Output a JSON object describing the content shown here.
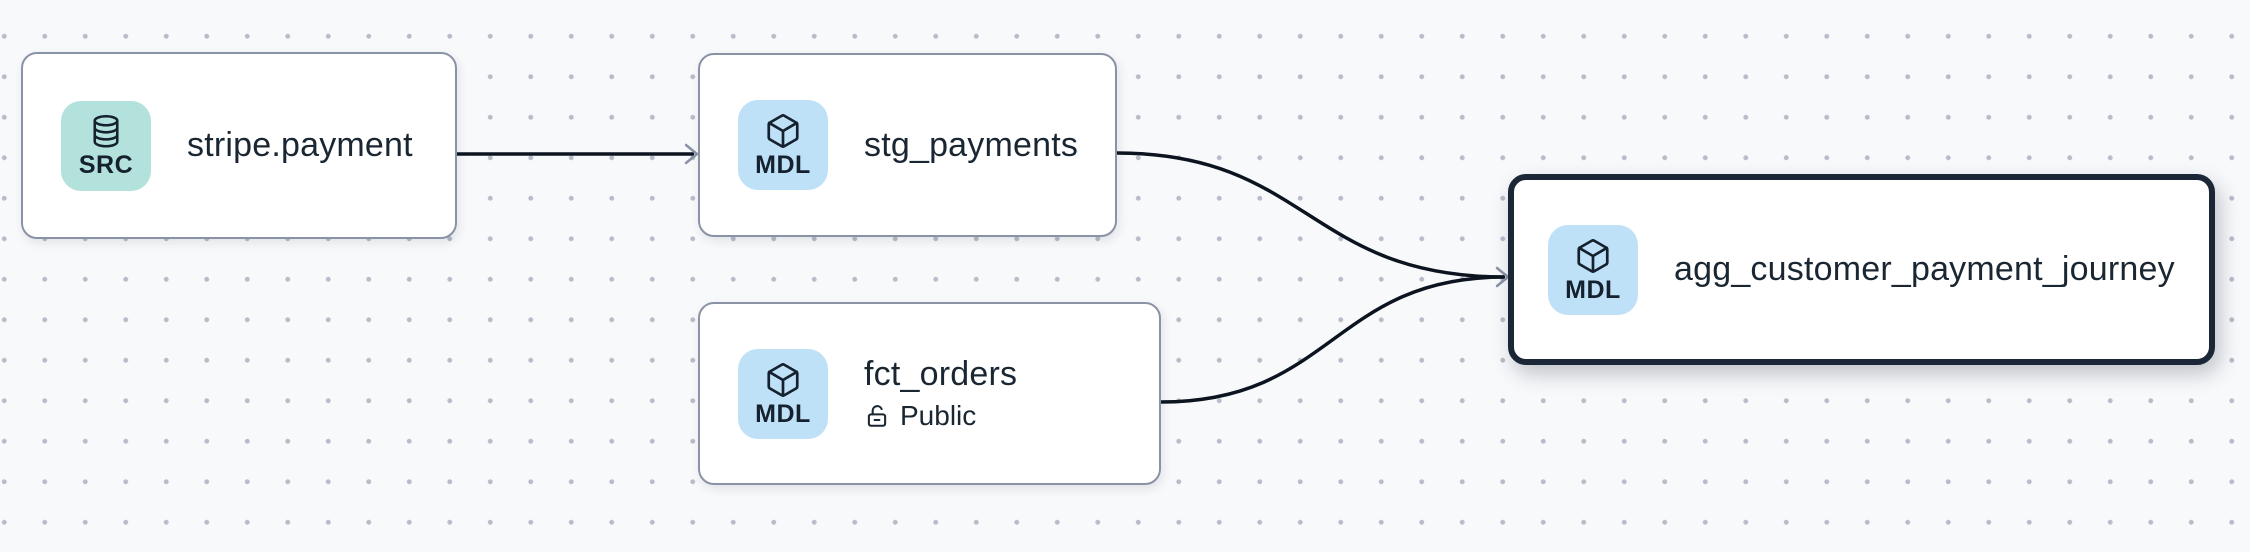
{
  "colors": {
    "canvas_bg": "#f8f9fb",
    "grid_dot": "#b7bcc8",
    "node_bg": "#ffffff",
    "node_border": "#8a92a6",
    "selected_node_border": "#1b2737",
    "src_badge_bg": "#b3e1db",
    "mdl_badge_bg": "#bfe1f8",
    "text": "#1a2733",
    "edge": "#0c1420",
    "arrowhead": "#8a92a6"
  },
  "nodes": {
    "stripe_payment": {
      "title": "stripe.payment",
      "badge": "SRC",
      "icon": "database-icon"
    },
    "stg_payments": {
      "title": "stg_payments",
      "badge": "MDL",
      "icon": "cube-icon"
    },
    "fct_orders": {
      "title": "fct_orders",
      "badge": "MDL",
      "icon": "cube-icon",
      "access": "Public"
    },
    "agg_customer_payment_journey": {
      "title": "agg_customer_payment_journey",
      "badge": "MDL",
      "icon": "cube-icon",
      "selected": true
    }
  },
  "edges": [
    {
      "from": "stripe_payment",
      "to": "stg_payments"
    },
    {
      "from": "stg_payments",
      "to": "agg_customer_payment_journey"
    },
    {
      "from": "fct_orders",
      "to": "agg_customer_payment_journey"
    }
  ]
}
